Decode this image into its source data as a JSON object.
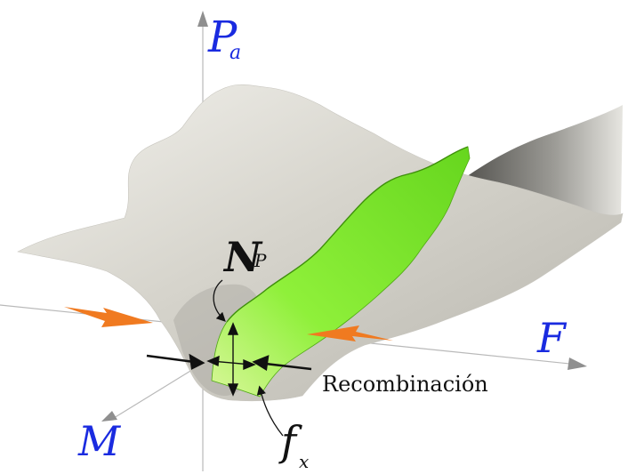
{
  "axes": {
    "vertical": {
      "symbol": "P",
      "subscript": "a"
    },
    "horizontal": {
      "symbol": "F"
    },
    "depth": {
      "symbol": "M"
    }
  },
  "annotations": {
    "neutral_pop": {
      "symbol": "N",
      "subscript": "P"
    },
    "fixation": {
      "symbol": "f",
      "subscript": "x"
    },
    "recombination": "Recombinación"
  },
  "colors": {
    "axis_label": "#1a2be0",
    "landscape_surface": "#d9d7d0",
    "green_ridge": "#9cf04a",
    "migration_arrow": "#f07a20"
  }
}
